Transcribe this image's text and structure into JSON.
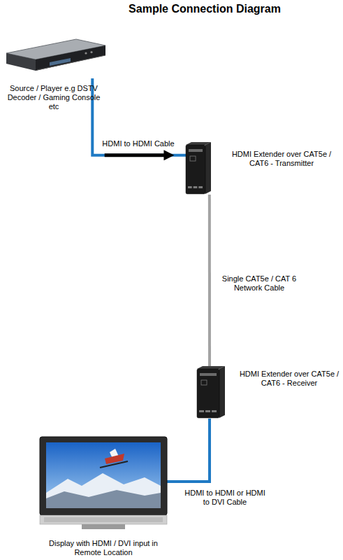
{
  "diagram": {
    "title": "Sample Connection Diagram",
    "nodes": [
      {
        "text": [
          "Source / Player e.g DSTV Decoder / Gaming Console etc"
        ]
      },
      {
        "text": [
          "HDMI Extender over CAT5e / CAT6 - Transmitter"
        ]
      },
      {
        "text": [
          "HDMI Extender over CAT5e / CAT6 - Receiver"
        ]
      },
      {
        "text": [
          "Display with HDMI / DVI input in Remote Location"
        ]
      }
    ],
    "edges": [
      {
        "from": 0,
        "to": 1,
        "arrow": "to",
        "label": "HDMI to HDMI Cable"
      },
      {
        "from": 1,
        "to": 2,
        "arrow": "none",
        "label": "Single CAT5e / CAT 6 Network Cable"
      },
      {
        "from": 2,
        "to": 3,
        "arrow": "none",
        "label": "HDMI to HDMI or HDMI to DVI Cable"
      }
    ]
  }
}
